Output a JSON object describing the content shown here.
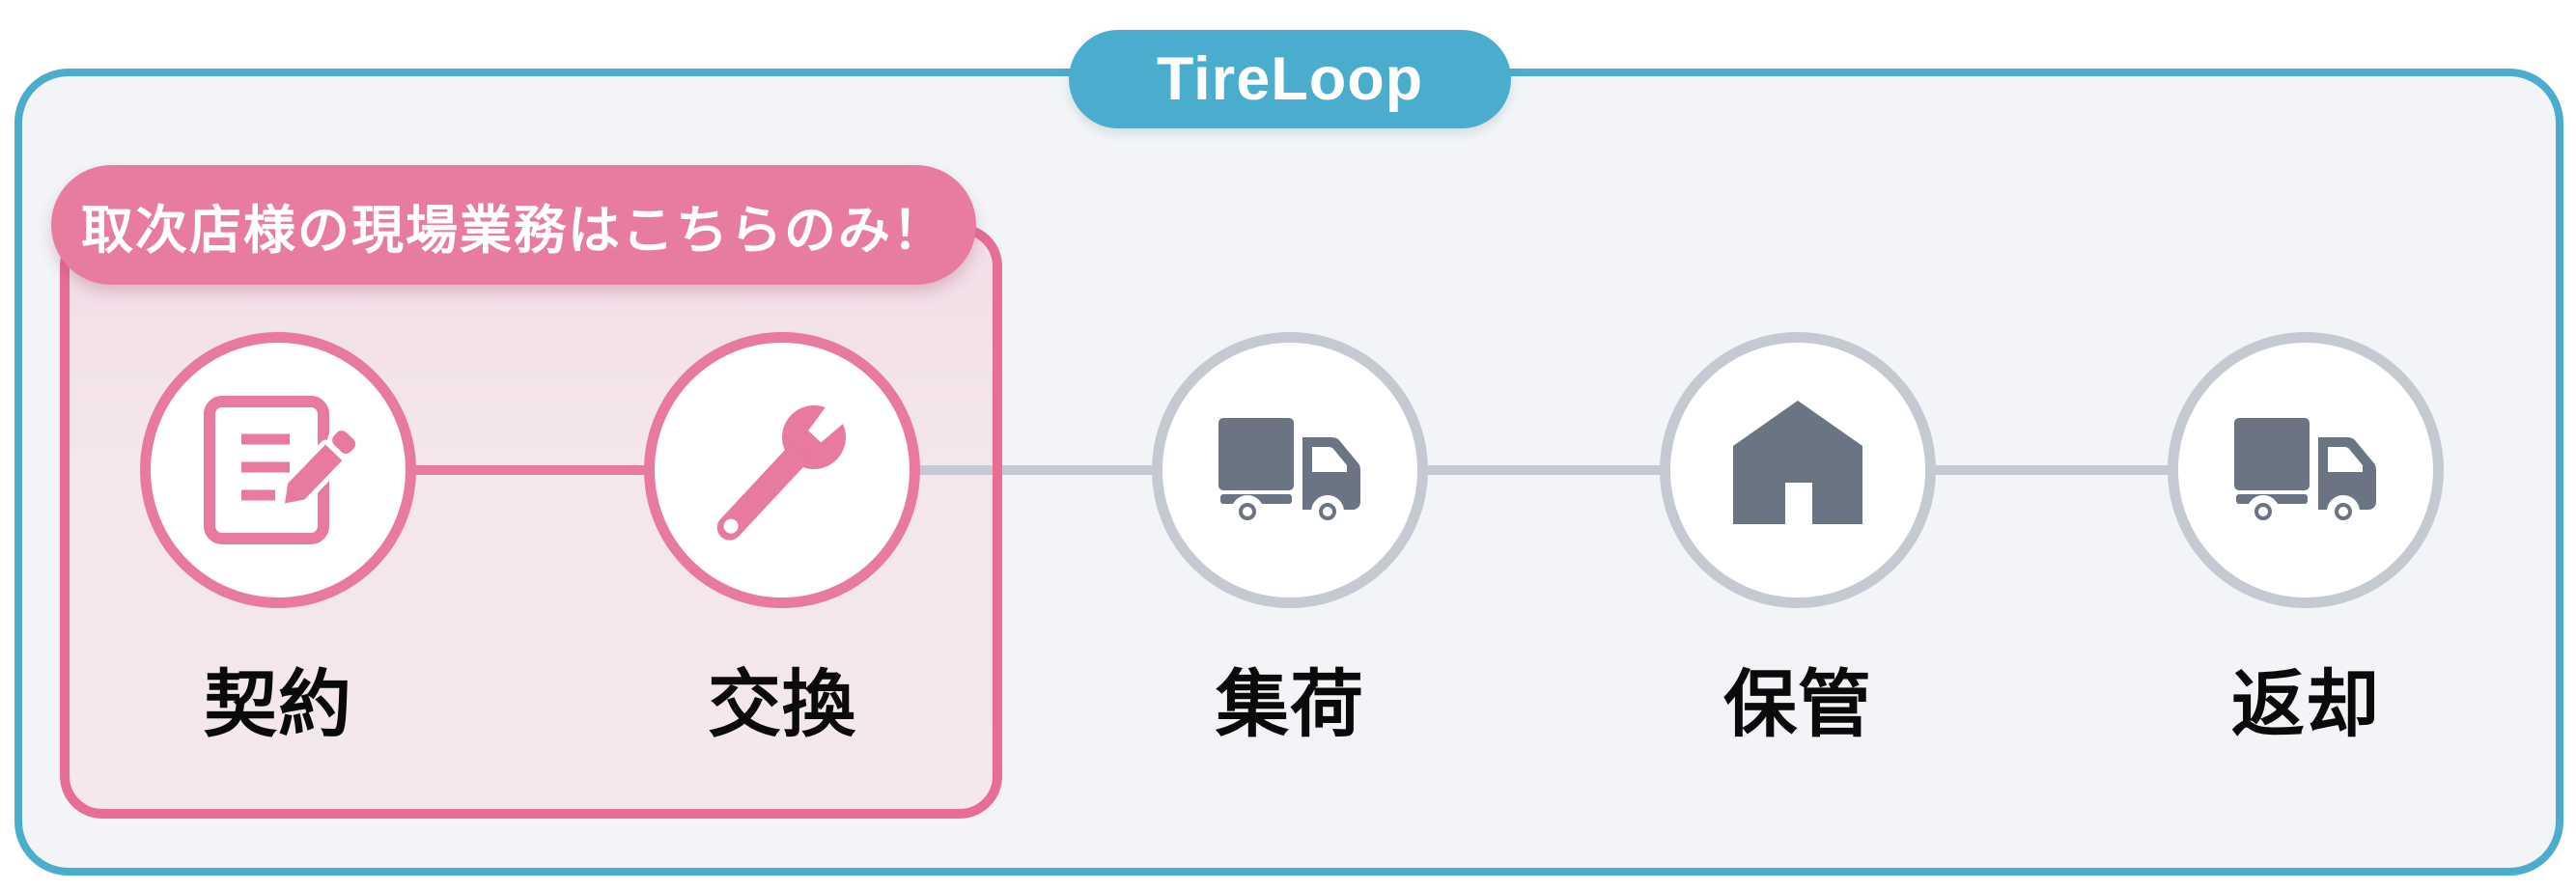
{
  "brand": {
    "label": "TireLoop"
  },
  "highlight": {
    "callout": "取次店様の現場業務はこちらのみ！",
    "scope_note": "covers steps 1-2"
  },
  "steps": [
    {
      "label": "契約",
      "icon": "contract-document-pencil-icon",
      "highlighted": true
    },
    {
      "label": "交換",
      "icon": "wrench-icon",
      "highlighted": true
    },
    {
      "label": "集荷",
      "icon": "pickup-truck-icon",
      "highlighted": false
    },
    {
      "label": "保管",
      "icon": "storage-house-icon",
      "highlighted": false
    },
    {
      "label": "返却",
      "icon": "return-truck-icon",
      "highlighted": false
    }
  ],
  "colors": {
    "brand_blue": "#4badce",
    "accent_pink": "#e87c9e",
    "panel_border_pink": "#e76d95",
    "panel_fill_pink": "#f4e6ec",
    "neutral_gray": "#c5cad2",
    "icon_gray": "#6b7482",
    "panel_fill": "#f2f4f7",
    "label_color": "#0a0a0a"
  }
}
